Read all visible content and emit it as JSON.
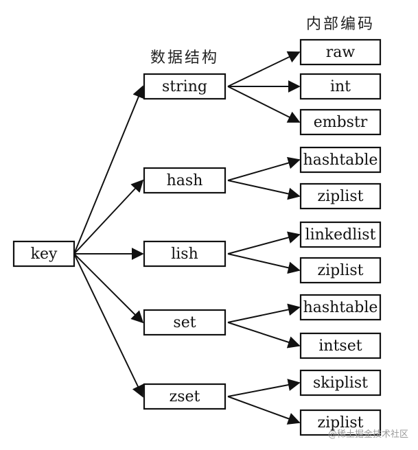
{
  "headers": {
    "structures": "数据结构",
    "encodings": "内部编码"
  },
  "root": {
    "id": "key",
    "label": "key"
  },
  "structures": [
    {
      "id": "string",
      "label": "string",
      "encodings": [
        "raw",
        "int",
        "embstr"
      ]
    },
    {
      "id": "hash",
      "label": "hash",
      "encodings": [
        "hashtable",
        "ziplist"
      ]
    },
    {
      "id": "lish",
      "label": "lish",
      "encodings": [
        "linkedlist",
        "ziplist"
      ]
    },
    {
      "id": "set",
      "label": "set",
      "encodings": [
        "hashtable",
        "intset"
      ]
    },
    {
      "id": "zset",
      "label": "zset",
      "encodings": [
        "skiplist",
        "ziplist"
      ]
    }
  ],
  "watermark": "@稀土掘金技术社区"
}
